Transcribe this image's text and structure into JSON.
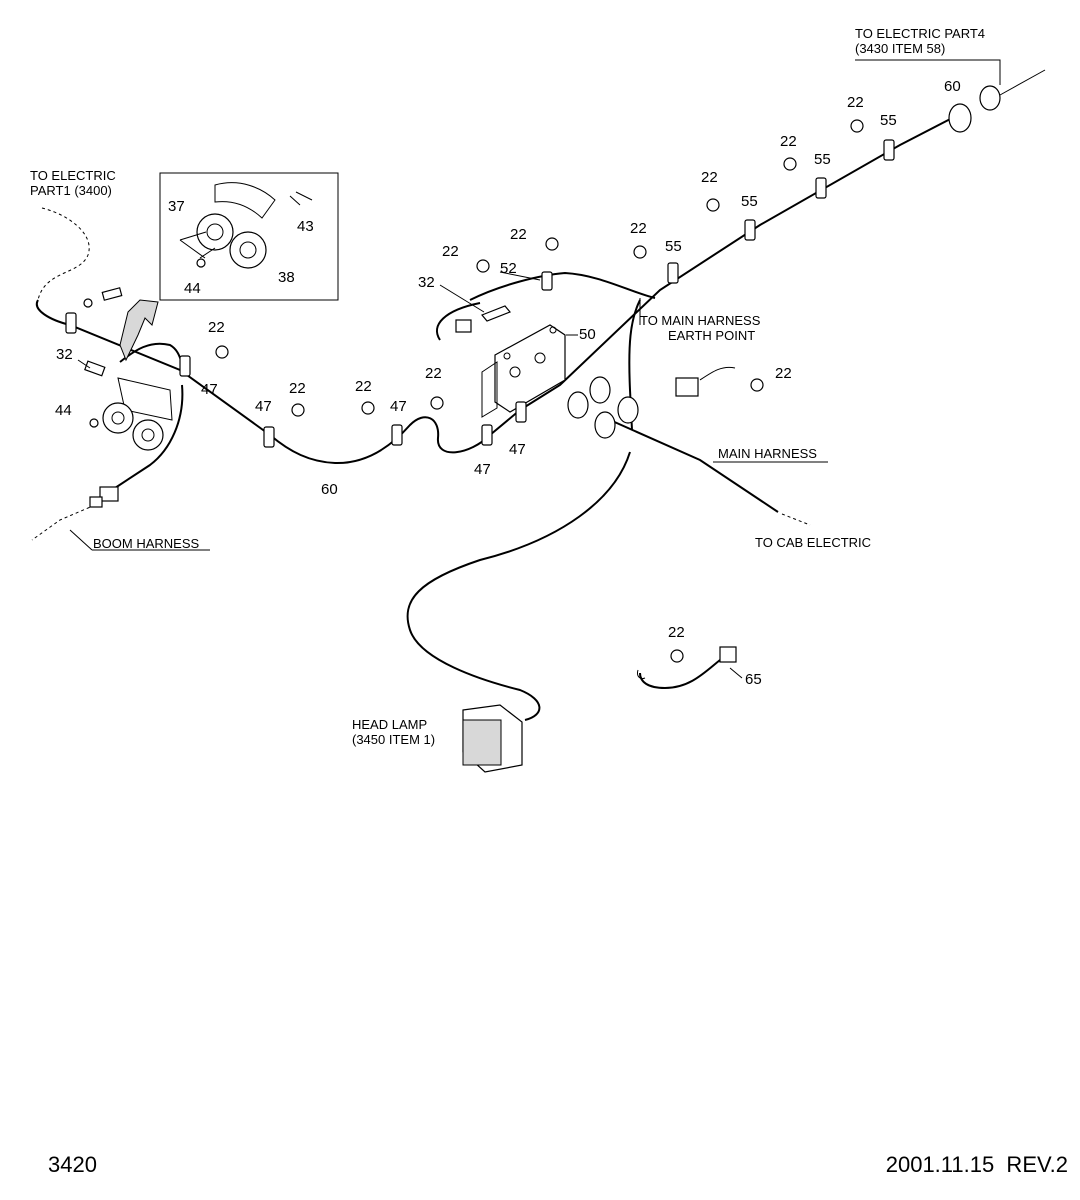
{
  "page": {
    "page_number": "3420",
    "date_rev": "2001.11.15  REV.2"
  },
  "callouts": {
    "to_electric_part1_line1": "TO ELECTRIC",
    "to_electric_part1_line2": "PART1 (3400)",
    "to_electric_part4_line1": "TO ELECTRIC PART4",
    "to_electric_part4_line2": "(3430 ITEM 58)",
    "to_main_harness_earth_line1": "TO MAIN HARNESS",
    "to_main_harness_earth_line2": "EARTH POINT",
    "main_harness": "MAIN HARNESS",
    "to_cab_electric": "TO CAB ELECTRIC",
    "boom_harness": "BOOM HARNESS",
    "head_lamp_line1": "HEAD LAMP",
    "head_lamp_line2": "(3450 ITEM 1)"
  },
  "items": {
    "i22": "22",
    "i32": "32",
    "i37": "37",
    "i38": "38",
    "i43": "43",
    "i44": "44",
    "i47": "47",
    "i50": "50",
    "i52": "52",
    "i55": "55",
    "i60": "60",
    "i65": "65"
  }
}
